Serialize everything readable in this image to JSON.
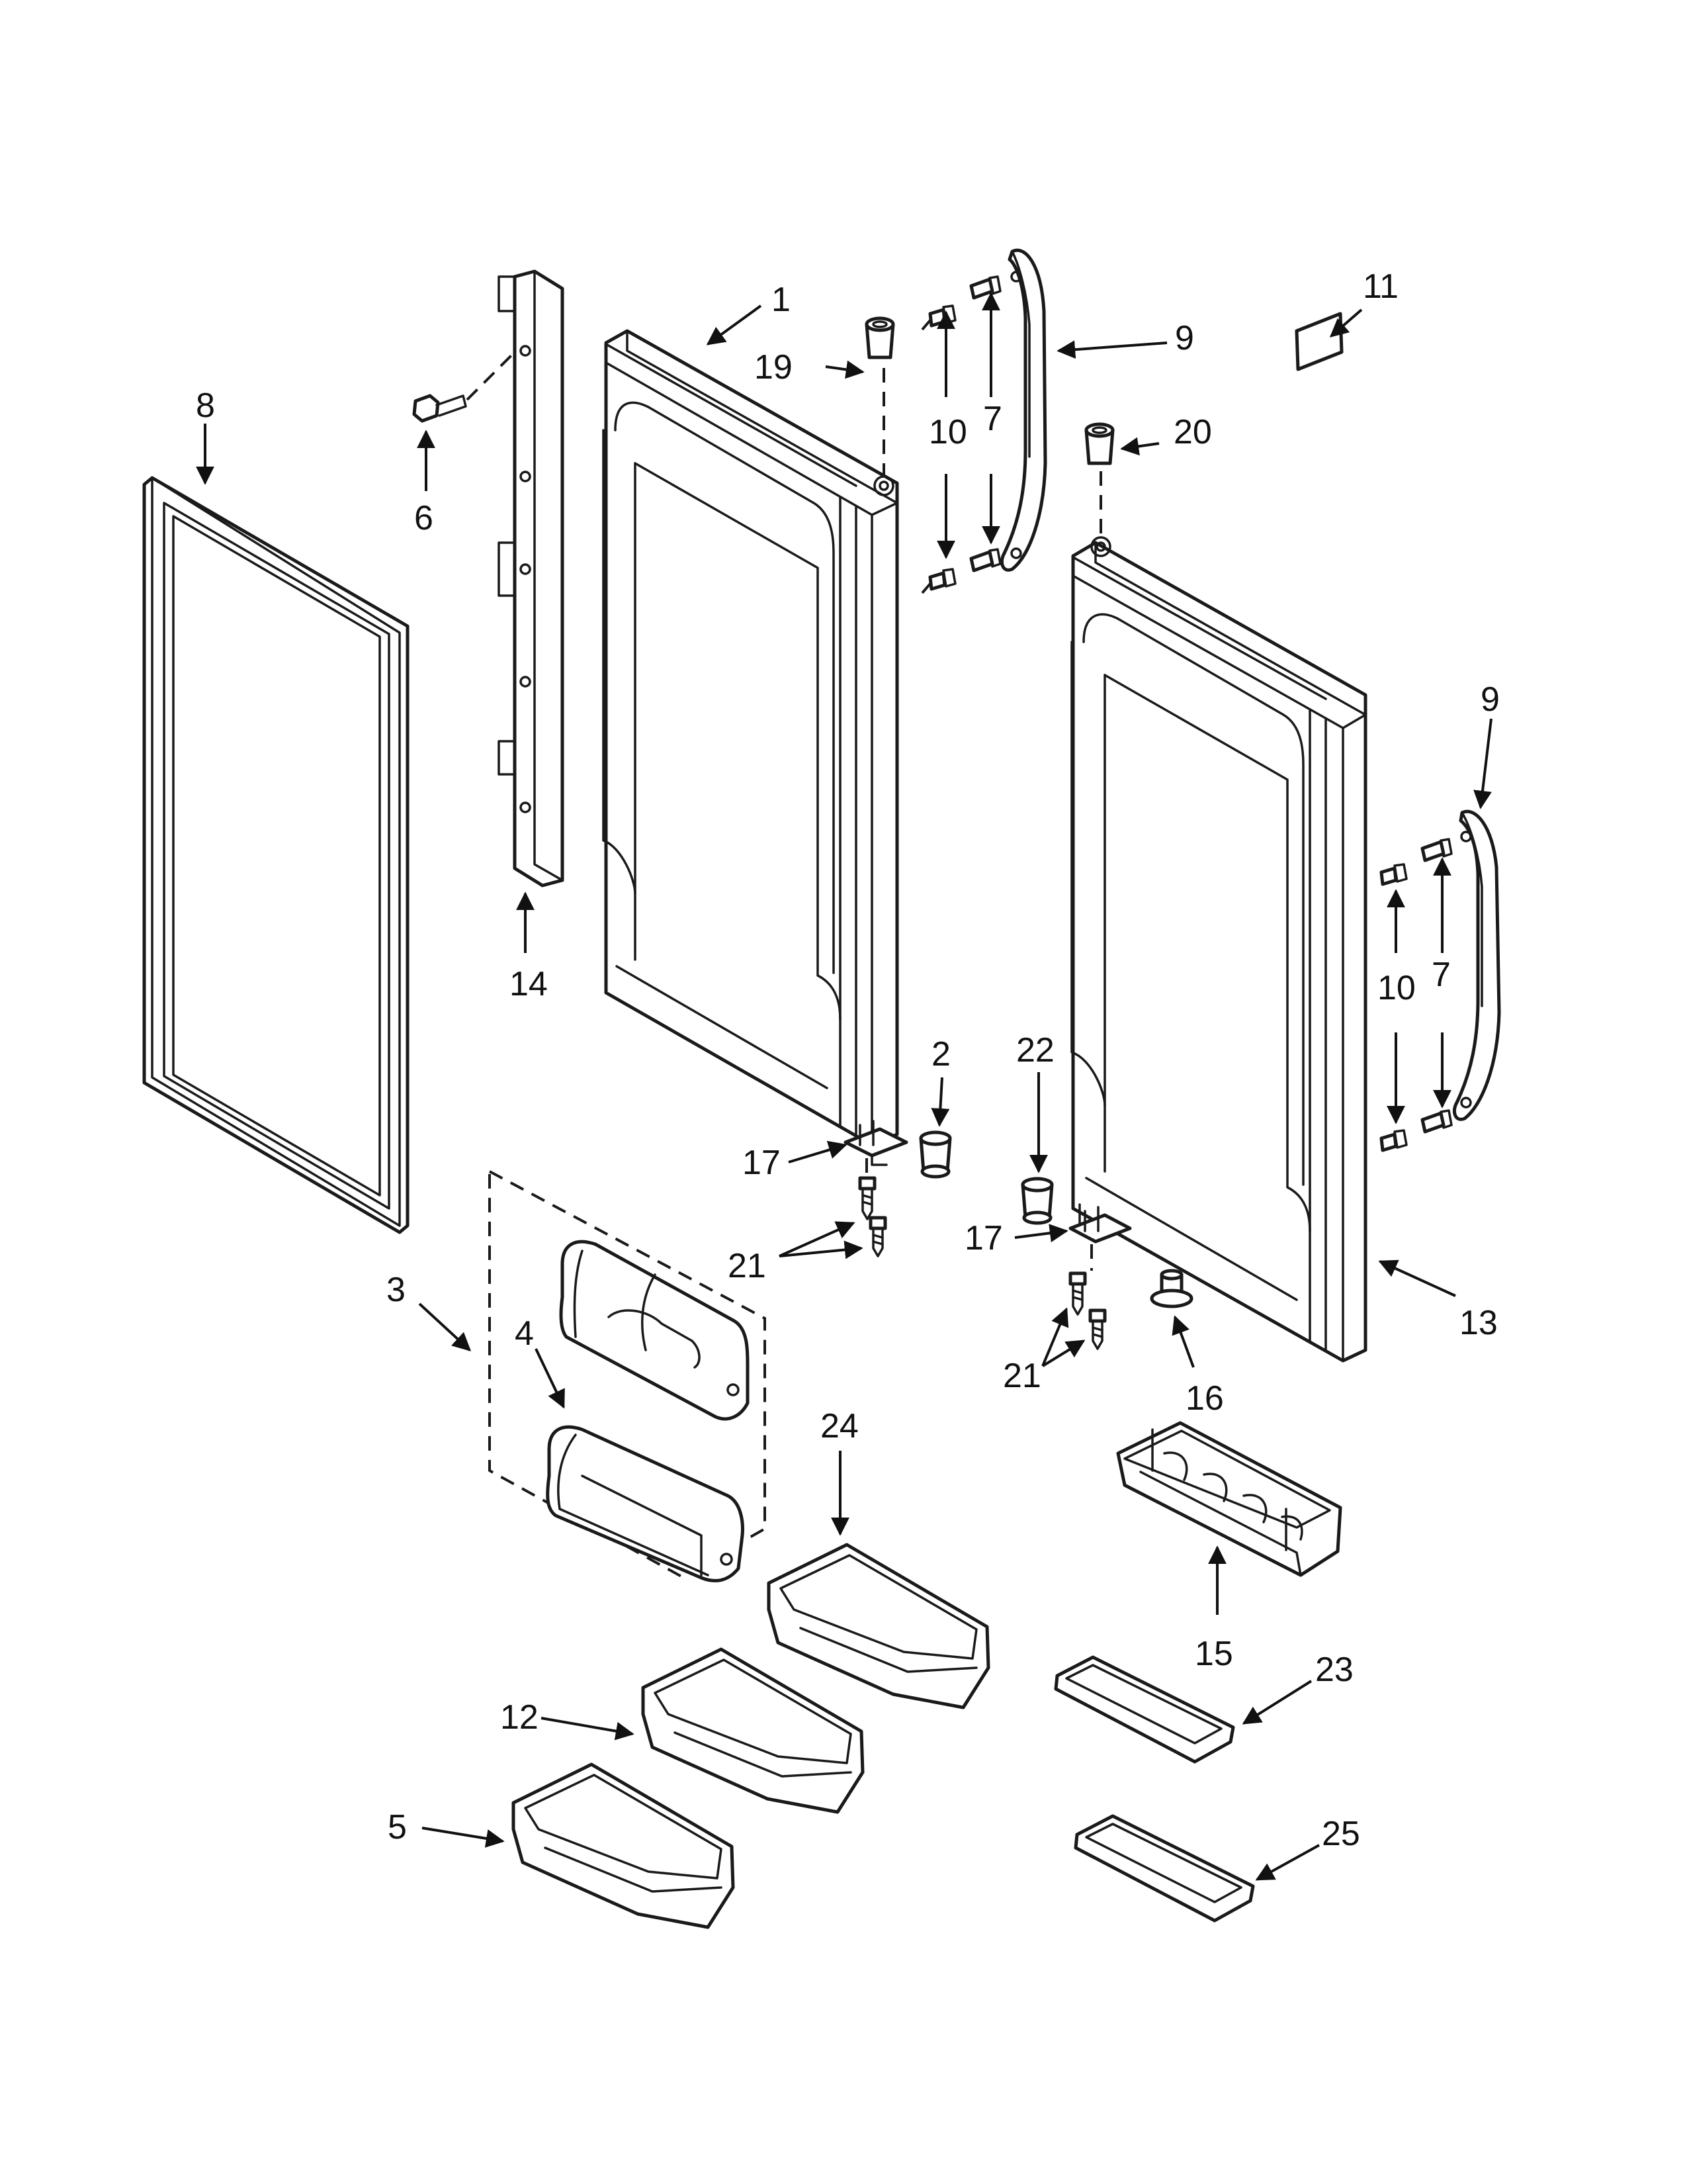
{
  "diagram": {
    "callouts": {
      "c1": "1",
      "c2": "2",
      "c3": "3",
      "c4": "4",
      "c5": "5",
      "c6": "6",
      "c7a": "7",
      "c7b": "7",
      "c8": "8",
      "c9a": "9",
      "c9b": "9",
      "c10a": "10",
      "c10b": "10",
      "c11": "11",
      "c12": "12",
      "c13": "13",
      "c14": "14",
      "c15": "15",
      "c16": "16",
      "c17a": "17",
      "c17b": "17",
      "c19": "19",
      "c20": "20",
      "c21a": "21",
      "c21b": "21",
      "c22": "22",
      "c23": "23",
      "c24": "24",
      "c25": "25"
    },
    "parts": [
      {
        "id": "door-gasket",
        "ref": "8"
      },
      {
        "id": "door-hinge-trim",
        "ref": "14"
      },
      {
        "id": "left-door",
        "ref": "1"
      },
      {
        "id": "right-door",
        "ref": "13"
      },
      {
        "id": "door-handle",
        "ref": "9"
      },
      {
        "id": "label",
        "ref": "11"
      },
      {
        "id": "dairy-door-assembly",
        "ref": "3"
      },
      {
        "id": "dairy-bin",
        "ref": "4"
      },
      {
        "id": "door-bins",
        "refs": [
          "5",
          "12",
          "24"
        ]
      },
      {
        "id": "egg-tray",
        "ref": "15"
      },
      {
        "id": "shelf-covers",
        "refs": [
          "23",
          "25"
        ]
      }
    ]
  }
}
